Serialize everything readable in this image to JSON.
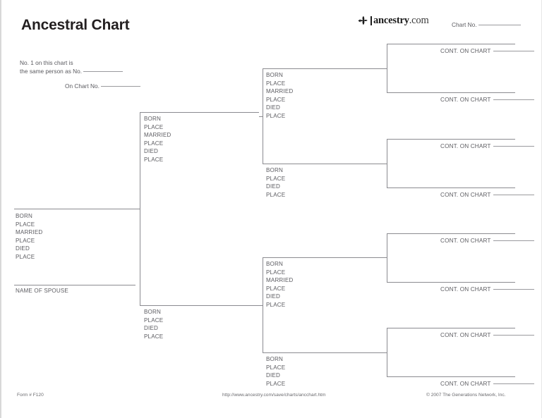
{
  "page": {
    "title": "Ancestral Chart",
    "line_color": "#8b8b90",
    "text_color": "#5d5d62",
    "background": "#ffffff"
  },
  "header": {
    "title": "Ancestral Chart",
    "logo": {
      "icon": "ancestry-leaf-icon",
      "name": "ancestry",
      "tld": ".com"
    },
    "chart_no_label": "Chart No."
  },
  "crossref": {
    "line1": "No. 1 on this chart is",
    "line2": "the same person as No.",
    "line3": "On Chart No."
  },
  "labels": {
    "born": "BORN",
    "place": "PLACE",
    "married": "MARRIED",
    "died": "DIED",
    "name_of_spouse": "NAME OF SPOUSE",
    "cont_on_chart": "CONT. ON CHART"
  },
  "person_fields": {
    "with_married": "BORN\nPLACE\nMARRIED\nPLACE\nDIED\nPLACE",
    "without_married": "BORN\nPLACE\nDIED\nPLACE"
  },
  "persons": [
    {
      "id": 1,
      "generation": 1,
      "fields": "BORN\nPLACE\nMARRIED\nPLACE\nDIED\nPLACE",
      "spouse_label": "NAME OF SPOUSE"
    },
    {
      "id": 2,
      "generation": 2,
      "fields": "BORN\nPLACE\nMARRIED\nPLACE\nDIED\nPLACE"
    },
    {
      "id": 3,
      "generation": 2,
      "fields": "BORN\nPLACE\nDIED\nPLACE"
    },
    {
      "id": 4,
      "generation": 3,
      "fields": "BORN\nPLACE\nMARRIED\nPLACE\nDIED\nPLACE"
    },
    {
      "id": 5,
      "generation": 3,
      "fields": "BORN\nPLACE\nDIED\nPLACE"
    },
    {
      "id": 6,
      "generation": 3,
      "fields": "BORN\nPLACE\nMARRIED\nPLACE\nDIED\nPLACE"
    },
    {
      "id": 7,
      "generation": 3,
      "fields": "BORN\nPLACE\nDIED\nPLACE"
    }
  ],
  "continuations": [
    {
      "id": 8,
      "label": "CONT. ON CHART"
    },
    {
      "id": 9,
      "label": "CONT. ON CHART"
    },
    {
      "id": 10,
      "label": "CONT. ON CHART"
    },
    {
      "id": 11,
      "label": "CONT. ON CHART"
    },
    {
      "id": 12,
      "label": "CONT. ON CHART"
    },
    {
      "id": 13,
      "label": "CONT. ON CHART"
    },
    {
      "id": 14,
      "label": "CONT. ON CHART"
    },
    {
      "id": 15,
      "label": "CONT. ON CHART"
    }
  ],
  "footer": {
    "form": "Form # F120",
    "url": "http://www.ancestry.com/save/charts/ancchart.htm",
    "copyright": "© 2007 The Generations Network, Inc."
  }
}
